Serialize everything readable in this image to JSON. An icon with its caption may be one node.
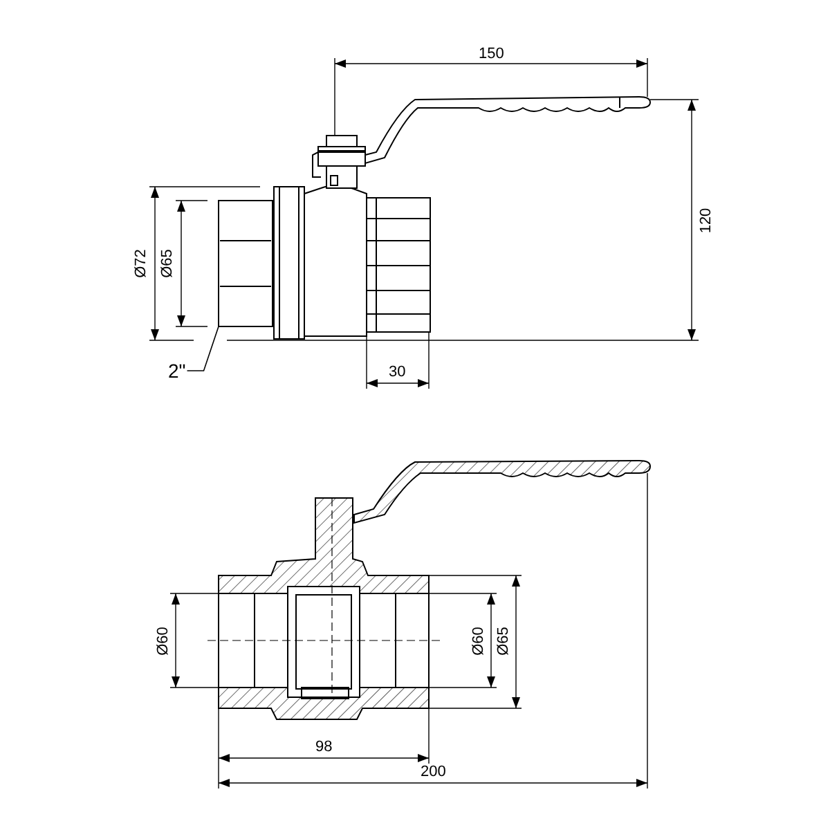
{
  "diagram": {
    "nodes": [
      {
        "text": [
          "2\""
        ]
      },
      {
        "text": [],
        "shape": "box"
      }
    ],
    "edges": [
      {
        "from": 0,
        "to": 1,
        "arrow": "none"
      }
    ],
    "labels": [
      "150",
      "Ø72",
      "Ø65",
      "120",
      "30",
      "Ø60",
      "Ø60",
      "Ø65",
      "98",
      "200"
    ]
  }
}
